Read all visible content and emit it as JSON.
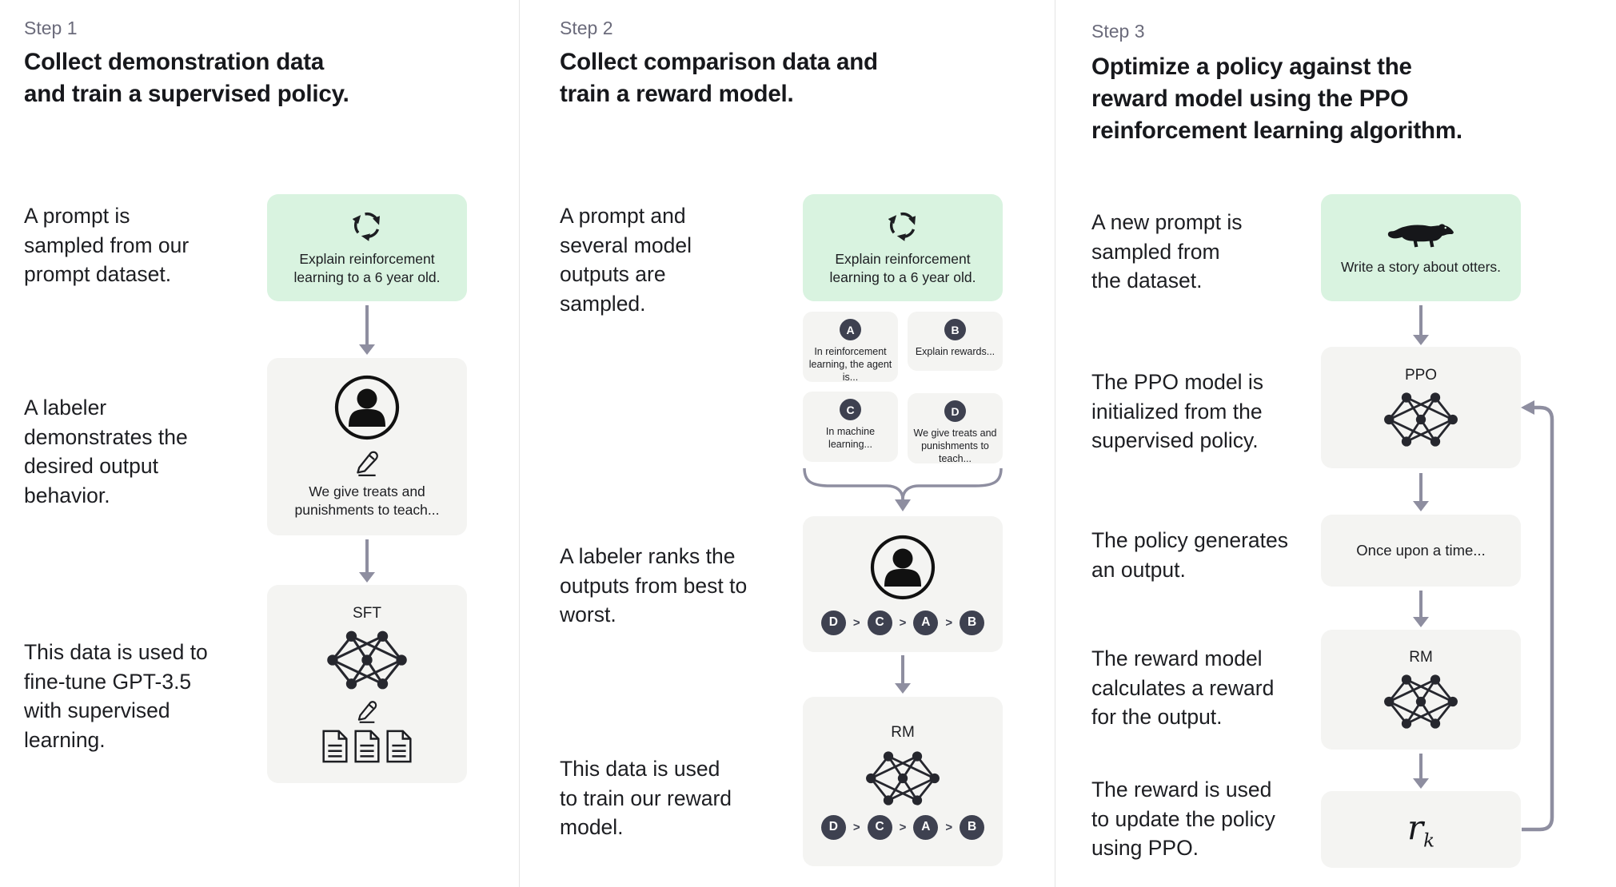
{
  "colors": {
    "prompt_box_bg": "#d9f3e0",
    "model_box_bg": "#f4f4f2",
    "arrow": "#8e8ea0",
    "badge_bg": "#3e4150",
    "step_label": "#6b6b7b",
    "text": "#1d1e22",
    "divider": "#e4e4e4"
  },
  "icons": {
    "prompt_sampling": "cycle-arrows-icon",
    "labeler": "person-icon",
    "writing": "pencil-icon",
    "model": "neural-network-icon",
    "demonstration_data": "documents-icon",
    "otter_prompt": "otter-icon"
  },
  "steps": [
    {
      "step_label": "Step 1",
      "heading_lines": [
        "Collect demonstration data",
        "and train a supervised policy."
      ],
      "annotations": [
        "A prompt is sampled from our prompt dataset.",
        "A labeler demonstrates the desired output behavior.",
        "This data is used to fine-tune GPT-3.5 with supervised learning."
      ],
      "prompt_box": {
        "text": "Explain reinforcement learning to a 6 year old."
      },
      "labeler_box": {
        "text": "We give treats and punishments to teach..."
      },
      "sft_box": {
        "label": "SFT"
      }
    },
    {
      "step_label": "Step 2",
      "heading_lines": [
        "Collect comparison data and",
        "train a reward model."
      ],
      "annotations": [
        "A prompt and several model outputs are sampled.",
        "A labeler ranks the outputs from best to worst.",
        "This data is used to train our reward model."
      ],
      "prompt_box": {
        "text": "Explain reinforcement learning to a 6 year old."
      },
      "outputs": [
        {
          "badge": "A",
          "text": "In reinforcement learning, the agent is..."
        },
        {
          "badge": "B",
          "text": "Explain rewards..."
        },
        {
          "badge": "C",
          "text": "In machine learning..."
        },
        {
          "badge": "D",
          "text": "We give treats and punishments to teach..."
        }
      ],
      "ranking": {
        "order": [
          "D",
          "C",
          "A",
          "B"
        ],
        "separator": ">"
      },
      "rm_box": {
        "label": "RM"
      }
    },
    {
      "step_label": "Step 3",
      "heading_lines": [
        "Optimize a policy against the",
        "reward model using the PPO",
        "reinforcement learning algorithm."
      ],
      "annotations": [
        "A new prompt is sampled from the dataset.",
        "The PPO model is initialized from the supervised policy.",
        "The policy generates an output.",
        "The reward model calculates a reward for the output.",
        "The reward is used to update the policy using PPO."
      ],
      "prompt_box": {
        "text": "Write a story about otters."
      },
      "ppo_box": {
        "label": "PPO"
      },
      "output_box": {
        "text": "Once upon a time..."
      },
      "rm_box": {
        "label": "RM"
      },
      "reward_box": {
        "base": "r",
        "subscript": "k"
      }
    }
  ]
}
